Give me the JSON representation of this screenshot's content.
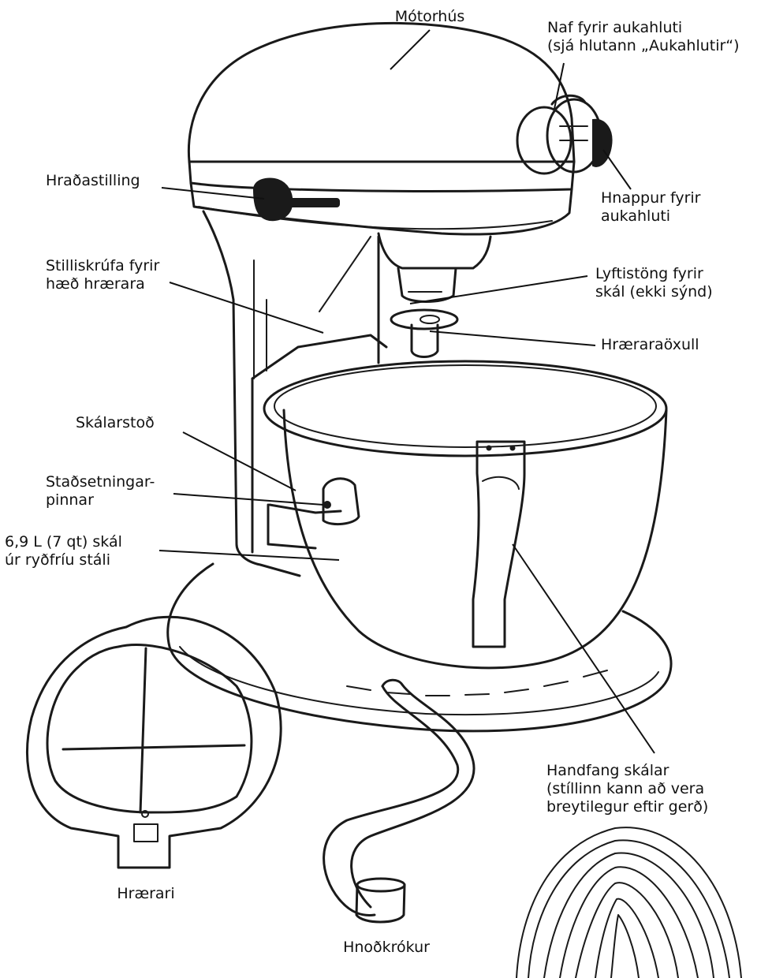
{
  "labels": {
    "motor_housing": "Mótorhús",
    "attachment_hub": [
      "Naf fyrir aukahluti",
      "(sjá hlutann „Aukahlutir“)"
    ],
    "speed_control": "Hraðastilling",
    "attachment_knob": [
      "Hnappur fyrir",
      "aukahluti"
    ],
    "beater_height_screw": [
      "Stilliskrúfa fyrir",
      "hæð hrærara"
    ],
    "bowl_lift_lever": [
      "Lyftistöng fyrir",
      "skál (ekki sýnd)"
    ],
    "beater_shaft": "Hræraraöxull",
    "bowl_support": "Skálarstoð",
    "locating_pins": [
      "Staðsetningar-",
      "pinnar"
    ],
    "bowl": [
      "6,9 L (7 qt) skál",
      "úr ryðfríu stáli"
    ],
    "bowl_handle": [
      "Handfang skálar",
      "(stíllinn kann að vera",
      "breytilegur eftir gerð)"
    ],
    "flat_beater": "Hrærari",
    "dough_hook": "Hnoðkrókur"
  }
}
